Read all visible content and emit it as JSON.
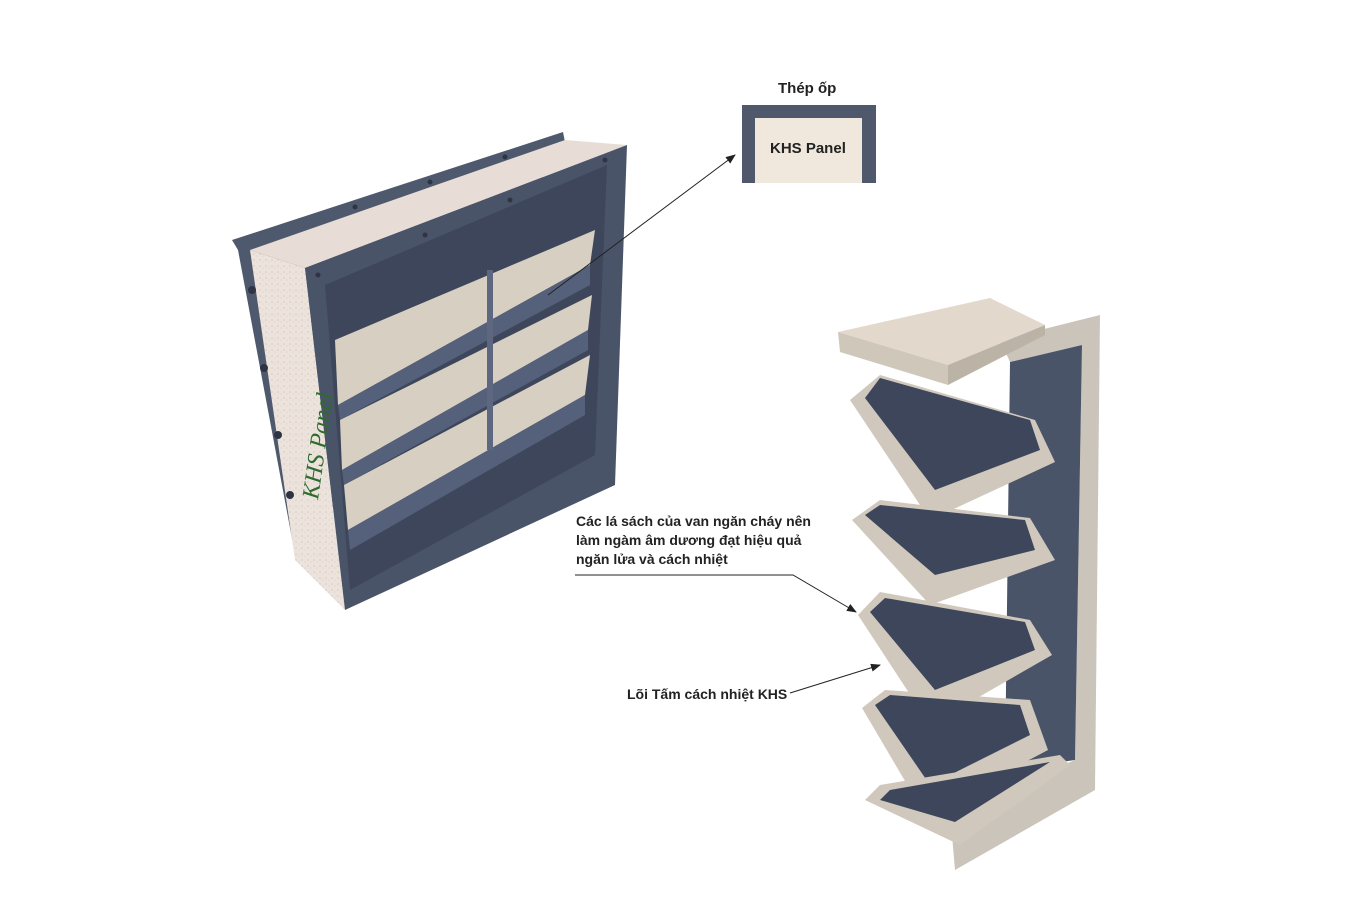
{
  "colors": {
    "steel": "#4a5468",
    "steel_dark": "#3a4356",
    "steel_light": "#5d6880",
    "core": "#d9d1c4",
    "core_light": "#efe7dc",
    "frame_right": "#c9c2b8"
  },
  "legend": {
    "title": "Thép ốp",
    "panel_label": "KHS Panel"
  },
  "left_damper": {
    "side_label": "KHS Panel"
  },
  "callouts": {
    "blade_note": [
      "Các lá sách của van ngăn cháy nên",
      "làm ngàm âm dương đạt hiệu quả",
      "ngăn lửa và cách nhiệt"
    ],
    "core_note": "Lõi Tấm cách nhiệt KHS"
  }
}
